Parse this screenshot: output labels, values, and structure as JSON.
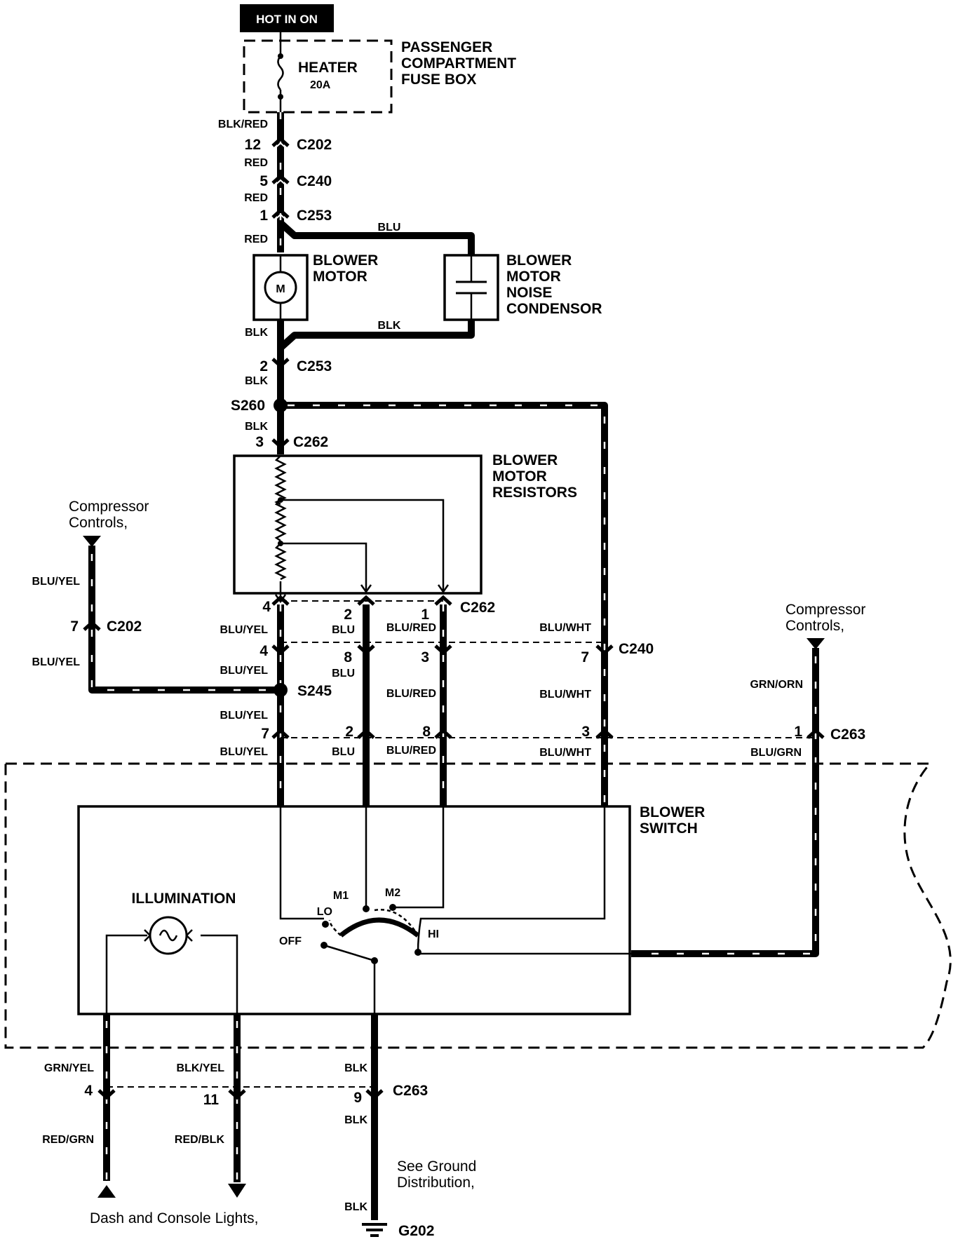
{
  "power_label": "HOT IN ON",
  "fuse_box": {
    "name_lines": [
      "PASSENGER",
      "COMPARTMENT",
      "FUSE BOX"
    ],
    "fuse_name": "HEATER",
    "fuse_rating": "20A"
  },
  "connectors": {
    "c202": "C202",
    "c240": "C240",
    "c253": "C253",
    "c262": "C262",
    "c263": "C263"
  },
  "splices": {
    "s260": "S260",
    "s245": "S245"
  },
  "ground": "G202",
  "pins": {
    "top_c202": "12",
    "top_c240": "5",
    "c253_in": "1",
    "c253_out": "2",
    "c262_in": "3",
    "c262_a": "4",
    "c262_b": "2",
    "c262_c": "1",
    "c240_a": "4",
    "c240_b": "8",
    "c240_c": "3",
    "c240_d": "7",
    "left_c202": "7",
    "c263_a": "7",
    "c263_b": "2",
    "c263_c": "8",
    "c263_d": "3",
    "c263_e": "1",
    "bot_a": "4",
    "bot_b": "11",
    "bot_c": "9"
  },
  "wires": {
    "blk_red": "BLK/RED",
    "red": "RED",
    "blu": "BLU",
    "blk": "BLK",
    "blu_yel": "BLU/YEL",
    "blu_red": "BLU/RED",
    "blu_wht": "BLU/WHT",
    "grn_orn": "GRN/ORN",
    "blu_grn": "BLU/GRN",
    "grn_yel": "GRN/YEL",
    "blk_yel": "BLK/YEL",
    "red_grn": "RED/GRN",
    "red_blk": "RED/BLK"
  },
  "components": {
    "blower_motor": [
      "BLOWER",
      "MOTOR"
    ],
    "motor_symbol": "M",
    "condensor": [
      "BLOWER",
      "MOTOR",
      "NOISE",
      "CONDENSOR"
    ],
    "resistors": [
      "BLOWER",
      "MOTOR",
      "RESISTORS"
    ],
    "blower_switch": [
      "BLOWER",
      "SWITCH"
    ],
    "illumination": "ILLUMINATION"
  },
  "switch_positions": {
    "off": "OFF",
    "lo": "LO",
    "m1": "M1",
    "m2": "M2",
    "hi": "HI"
  },
  "notes": {
    "compressor": [
      "Compressor",
      "Controls,"
    ],
    "dash_lights": "Dash and Console Lights,",
    "ground_dist": [
      "See Ground",
      "Distribution,"
    ]
  }
}
